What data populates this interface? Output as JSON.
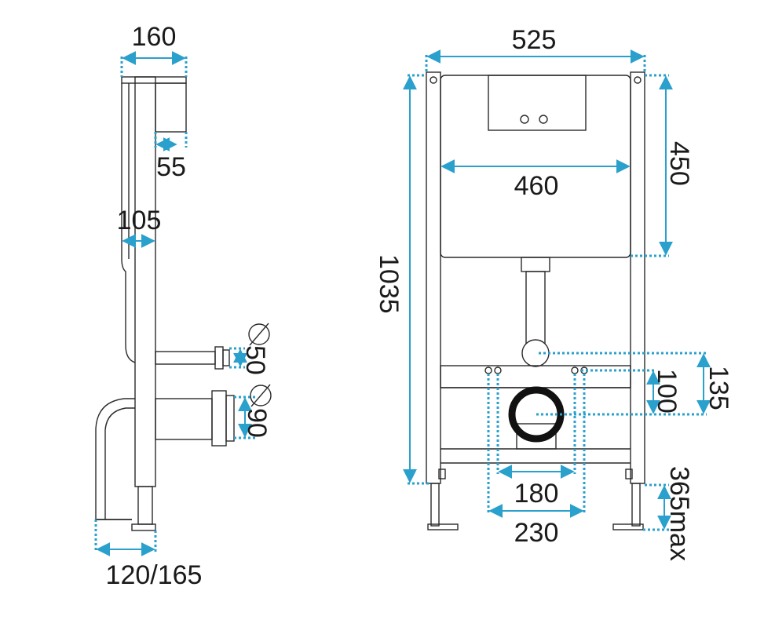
{
  "colors": {
    "dimension": "#2aa0cc",
    "outline": "#2a2a2a",
    "background": "#ffffff"
  },
  "side_view": {
    "dims": {
      "top_depth": "160",
      "tank_depth": "55",
      "frame_depth": "105",
      "drain_50": "50",
      "drain_90": "90",
      "foot_depth": "120/165"
    },
    "symbols": {
      "diameter": "∅"
    }
  },
  "front_view": {
    "dims": {
      "width": "525",
      "height": "1035",
      "tank_width": "460",
      "tank_height": "450",
      "bolt_spacing_inner": "180",
      "bolt_spacing_outer": "230",
      "pipe_height_100": "100",
      "pipe_height_135": "135",
      "leg_height": "365max"
    }
  }
}
